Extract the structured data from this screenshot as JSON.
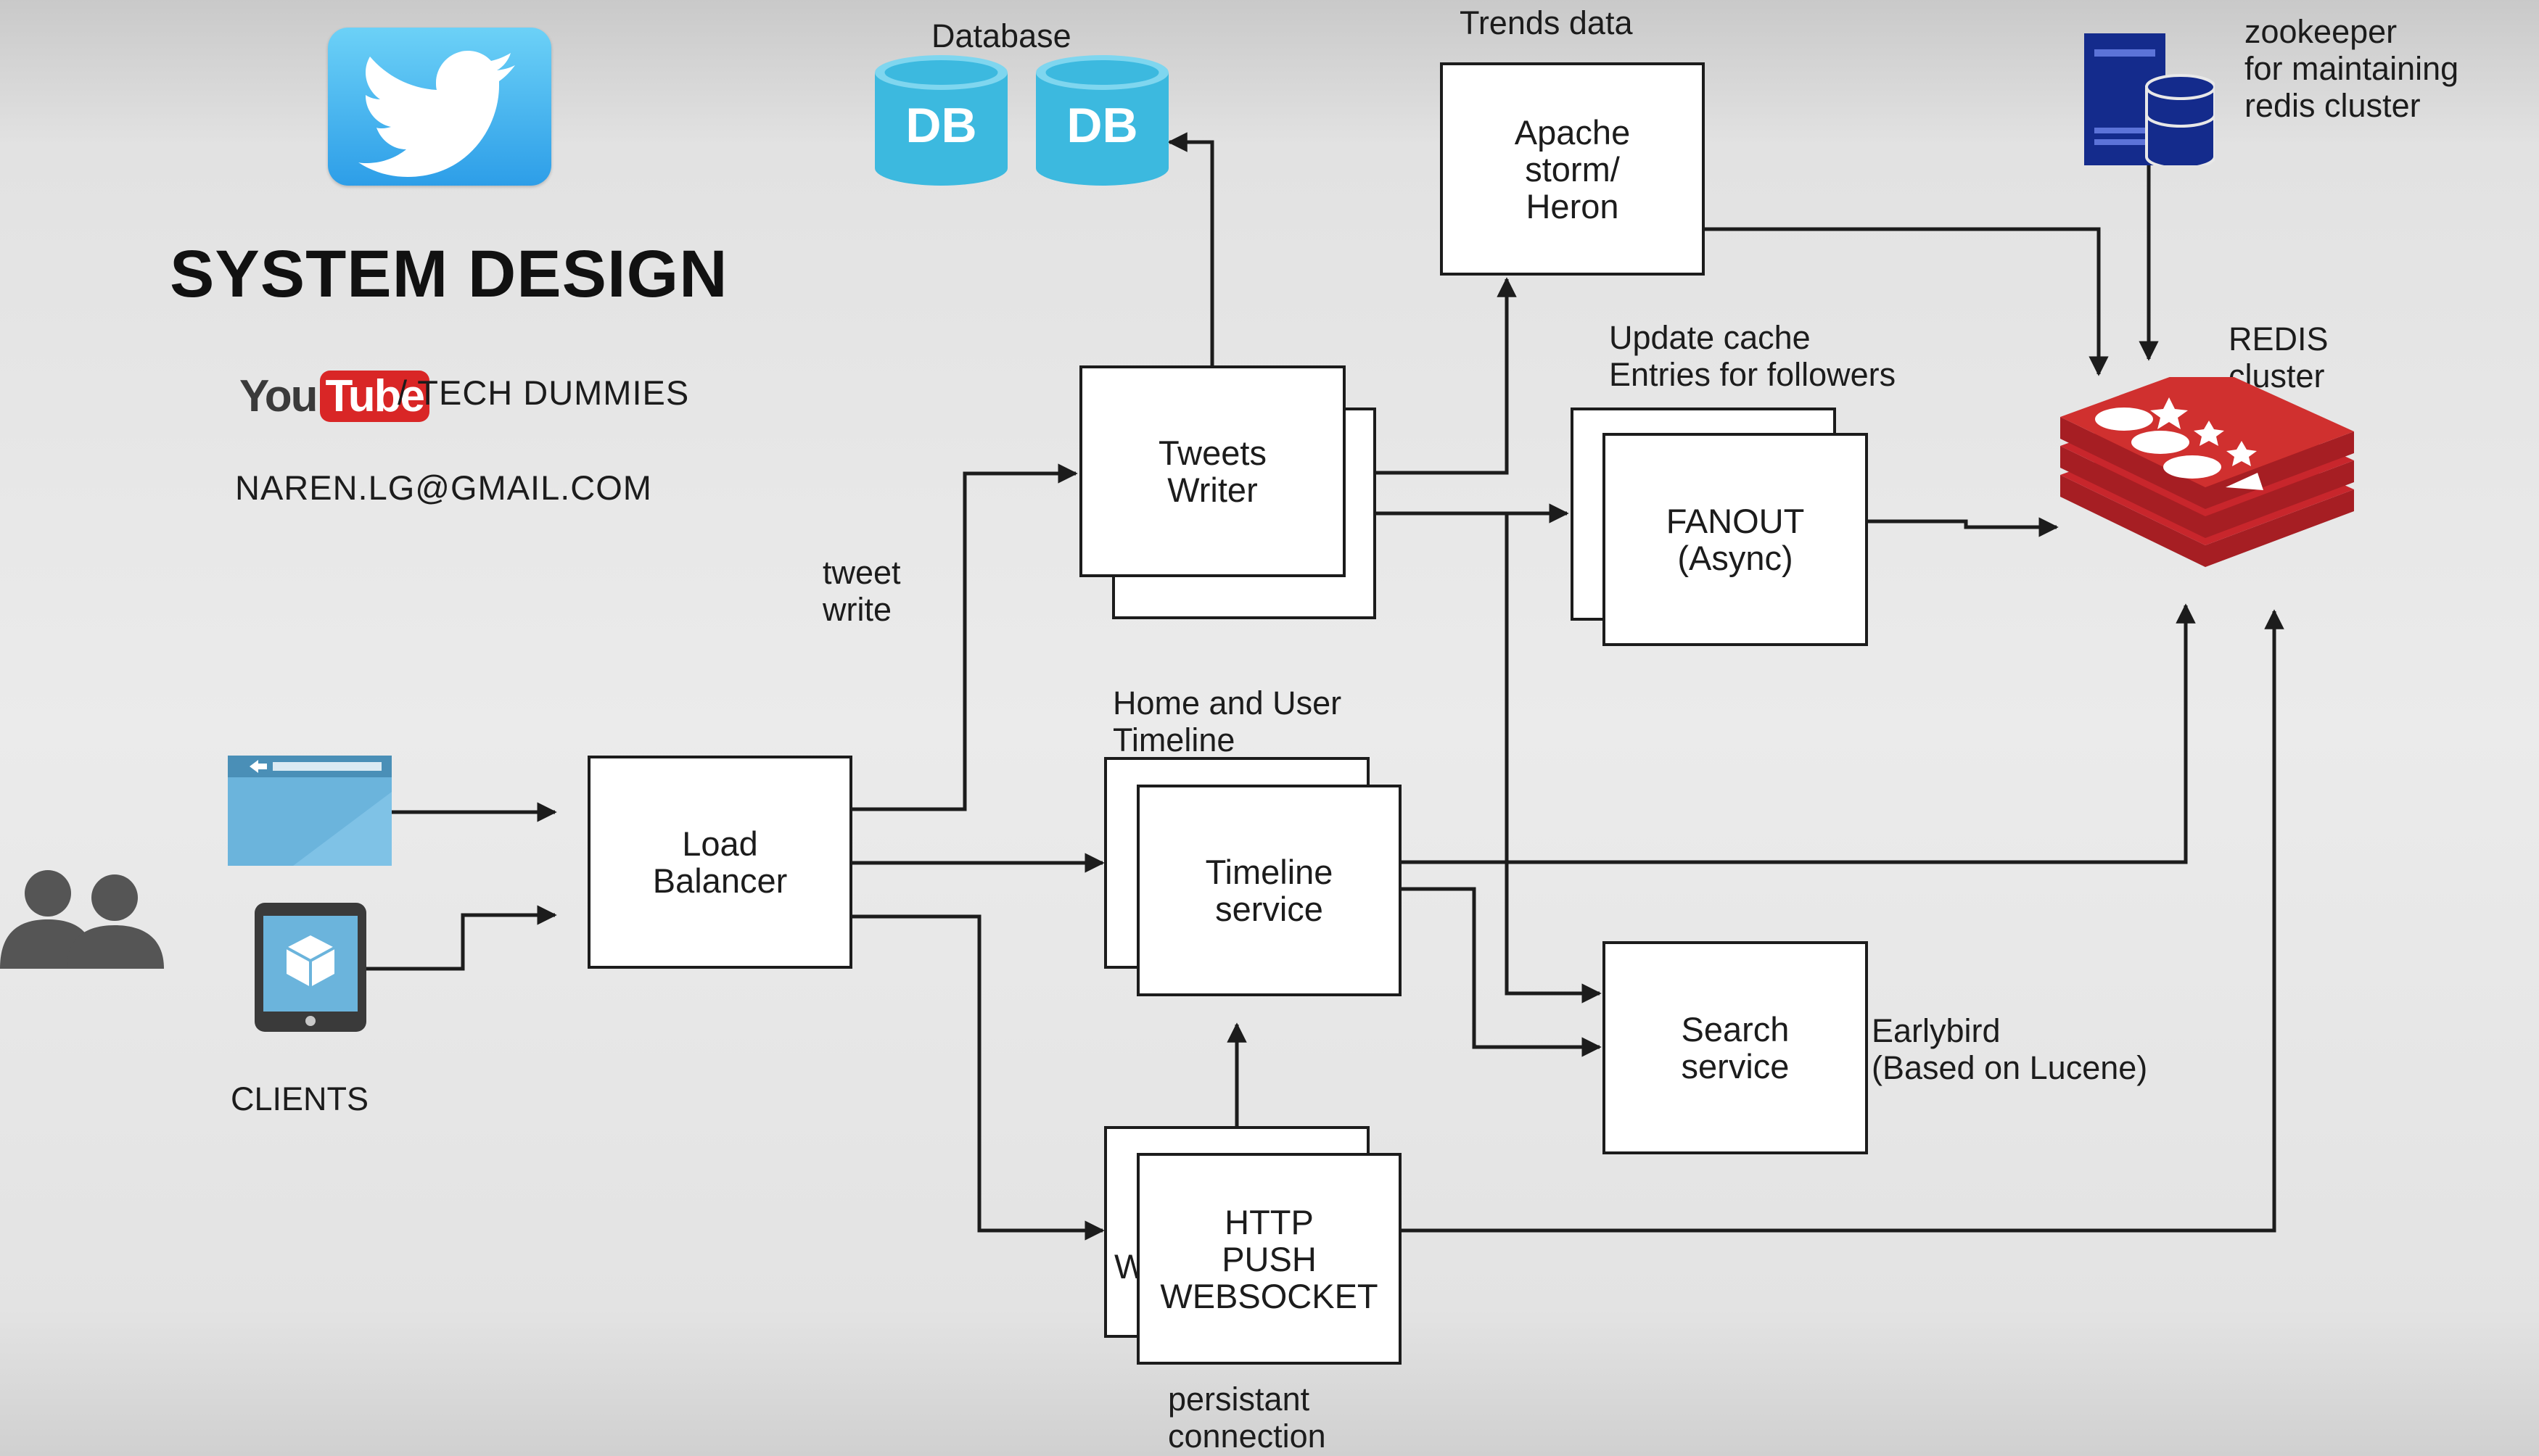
{
  "header": {
    "title": "SYSTEM DESIGN",
    "youtube_you": "You",
    "youtube_tube": "Tube",
    "channel": "/ TECH DUMMIES",
    "email": "NAREN.LG@GMAIL.COM"
  },
  "clients": {
    "label": "CLIENTS"
  },
  "labels": {
    "database": "Database",
    "db_icon": "DB",
    "trends_data": "Trends data",
    "zookeeper": "zookeeper\nfor  maintaining\nredis cluster",
    "redis": "REDIS\ncluster",
    "update_cache": "Update cache\nEntries for followers",
    "tweet_write": "tweet\nwrite",
    "home_user_timeline": "Home and User\nTimeline",
    "earlybird": "Earlybird\n(Based on Lucene)",
    "persistent": "persistant\nconnection",
    "hidden_w": "W"
  },
  "boxes": {
    "load_balancer": "Load\nBalancer",
    "tweets_writer": "Tweets\nWriter",
    "apache_storm": "Apache\nstorm/\nHeron",
    "fanout": "FANOUT\n(Async)",
    "timeline_service": "Timeline\nservice",
    "search_service": "Search\nservice",
    "http_push": "HTTP\nPUSH\nWEBSOCKET"
  },
  "colors": {
    "twitter_blue": "#3aa6e8",
    "db_cyan": "#3cb9df",
    "redis_red": "#c8262c",
    "server_navy": "#142b8c",
    "youtube_red": "#d92626",
    "line": "#1c1c1c"
  },
  "icons": {
    "logo": "twitter-bird-icon",
    "users": "users-icon",
    "browser": "browser-window-icon",
    "mobile": "mobile-phone-icon",
    "database": "database-icon",
    "server": "server-icon",
    "redis": "redis-logo-icon"
  }
}
